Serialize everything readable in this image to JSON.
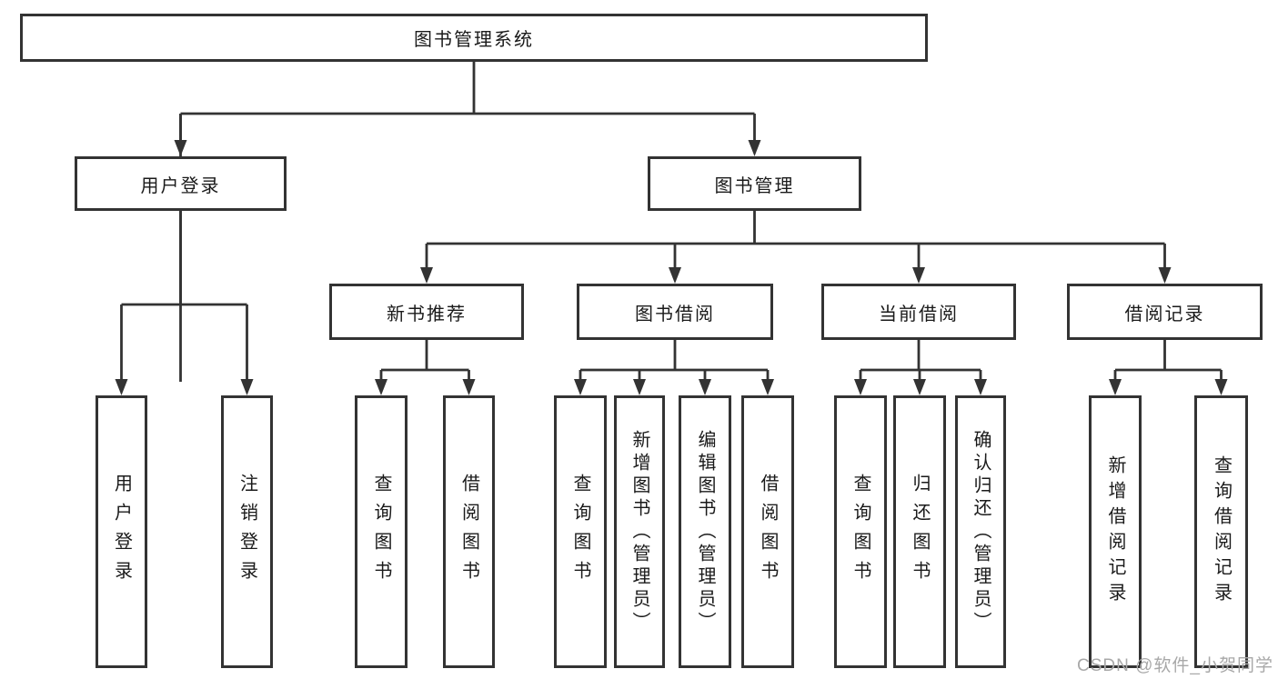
{
  "colors": {
    "line": "#333333",
    "box_background": "#ffffff",
    "text": "#1a1a1a",
    "watermark": "#a8a8a8"
  },
  "watermark": "CSDN @软件_小贺同学",
  "tree": {
    "root": "图书管理系统",
    "branches": [
      {
        "label": "用户登录",
        "children": [
          "用户登录",
          "注销登录"
        ]
      },
      {
        "label": "图书管理",
        "groups": [
          {
            "label": "新书推荐",
            "children": [
              "查询图书",
              "借阅图书"
            ]
          },
          {
            "label": "图书借阅",
            "children": [
              "查询图书",
              "新增图书（管理员）",
              "编辑图书（管理员）",
              "借阅图书"
            ]
          },
          {
            "label": "当前借阅",
            "children": [
              "查询图书",
              "归还图书",
              "确认归还（管理员）"
            ]
          },
          {
            "label": "借阅记录",
            "children": [
              "新增借阅记录",
              "查询借阅记录"
            ]
          }
        ]
      }
    ]
  }
}
